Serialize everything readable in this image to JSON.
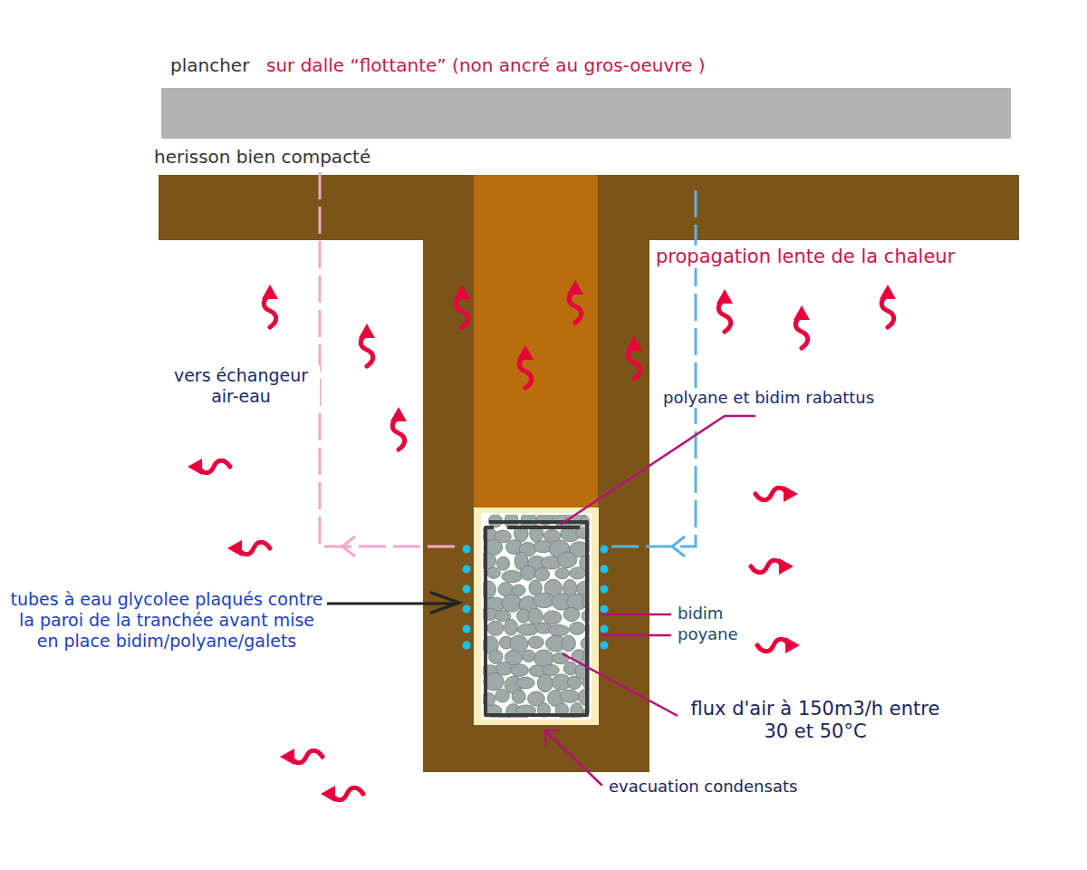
{
  "diagram": {
    "labels": [
      "plancher",
      "sur dalle “flottante” (non ancré au gros-oeuvre )",
      "herisson bien compacté",
      "propagation lente de la chaleur",
      "vers échangeur air-eau",
      "polyane et bidim rabattus",
      "tubes à eau glycolee plaqués contre la paroi de la tranchée avant mise en place bidim/polyane/galets",
      "bidim",
      "poyane",
      "flux d'air à 150m3/h entre 30 et 50°C",
      "evacuation condensats"
    ]
  }
}
